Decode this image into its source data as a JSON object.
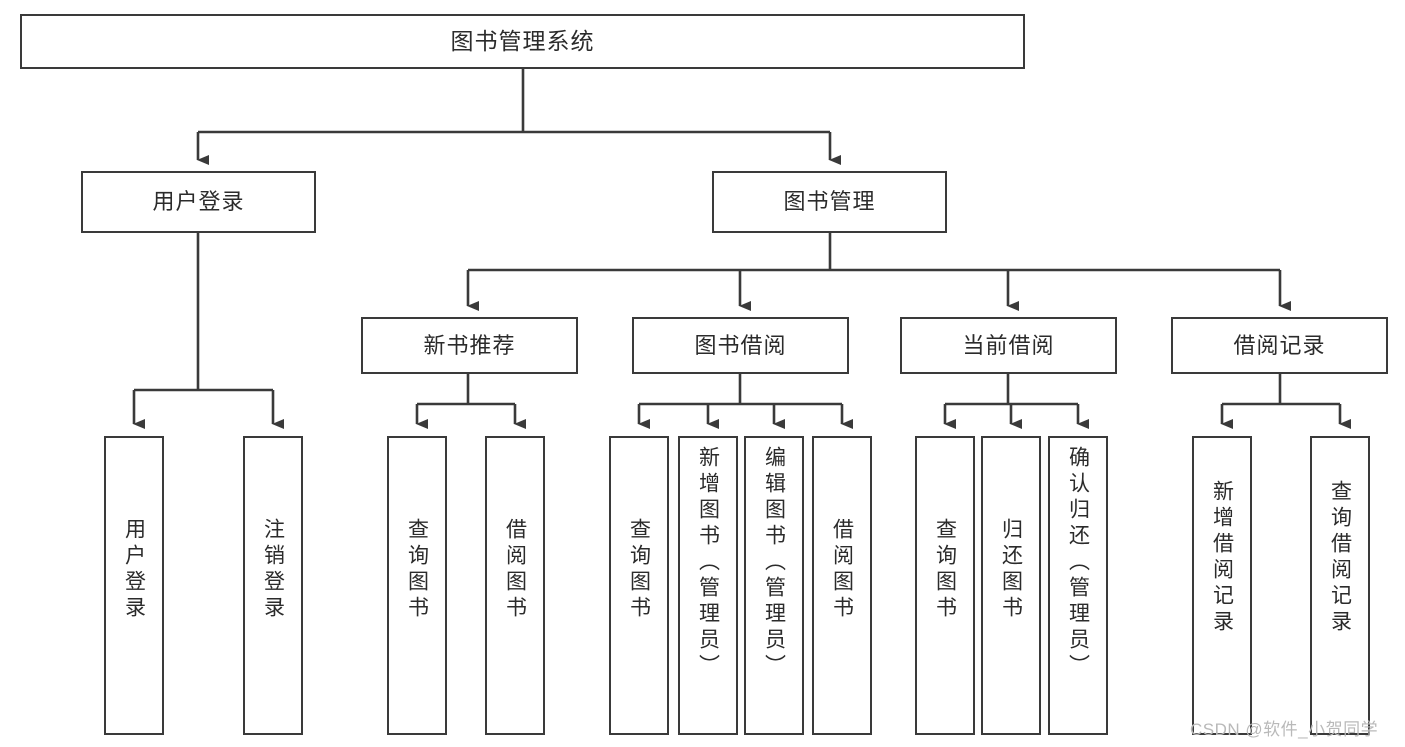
{
  "diagram": {
    "type": "tree-hierarchy-diagram",
    "title": "图书管理系统",
    "watermark": "CSDN @软件_小贺同学",
    "colors": {
      "border": "#3a3a3a",
      "background": "#ffffff",
      "text": "#2b2b2b",
      "watermark": "#b9b9b9"
    },
    "nodes": {
      "root": {
        "label": "图书管理系统",
        "level": 1
      },
      "user_login": {
        "label": "用户登录",
        "level": 2
      },
      "book_manage": {
        "label": "图书管理",
        "level": 2
      },
      "new_book_rec": {
        "label": "新书推荐",
        "level": 3
      },
      "book_borrow": {
        "label": "图书借阅",
        "level": 3
      },
      "current_borrow": {
        "label": "当前借阅",
        "level": 3
      },
      "borrow_record": {
        "label": "借阅记录",
        "level": 3
      },
      "leaf_user_login": {
        "label": "用户登录",
        "level": 4
      },
      "leaf_logout": {
        "label": "注销登录",
        "level": 4
      },
      "leaf_query_book_1": {
        "label": "查询图书",
        "level": 4
      },
      "leaf_borrow_book_1": {
        "label": "借阅图书",
        "level": 4
      },
      "leaf_query_book_2": {
        "label": "查询图书",
        "level": 4
      },
      "leaf_add_book": {
        "label": "新增图书（管理员）",
        "level": 4
      },
      "leaf_edit_book": {
        "label": "编辑图书（管理员）",
        "level": 4
      },
      "leaf_borrow_book_2": {
        "label": "借阅图书",
        "level": 4
      },
      "leaf_query_book_3": {
        "label": "查询图书",
        "level": 4
      },
      "leaf_return_book": {
        "label": "归还图书",
        "level": 4
      },
      "leaf_confirm_return": {
        "label": "确认归还（管理员）",
        "level": 4
      },
      "leaf_add_record": {
        "label": "新增借阅记录",
        "level": 4
      },
      "leaf_query_record": {
        "label": "查询借阅记录",
        "level": 4
      }
    },
    "edges": [
      {
        "from": "root",
        "to": "user_login"
      },
      {
        "from": "root",
        "to": "book_manage"
      },
      {
        "from": "user_login",
        "to": "leaf_user_login"
      },
      {
        "from": "user_login",
        "to": "leaf_logout"
      },
      {
        "from": "book_manage",
        "to": "new_book_rec"
      },
      {
        "from": "book_manage",
        "to": "book_borrow"
      },
      {
        "from": "book_manage",
        "to": "current_borrow"
      },
      {
        "from": "book_manage",
        "to": "borrow_record"
      },
      {
        "from": "new_book_rec",
        "to": "leaf_query_book_1"
      },
      {
        "from": "new_book_rec",
        "to": "leaf_borrow_book_1"
      },
      {
        "from": "book_borrow",
        "to": "leaf_query_book_2"
      },
      {
        "from": "book_borrow",
        "to": "leaf_add_book"
      },
      {
        "from": "book_borrow",
        "to": "leaf_edit_book"
      },
      {
        "from": "book_borrow",
        "to": "leaf_borrow_book_2"
      },
      {
        "from": "current_borrow",
        "to": "leaf_query_book_3"
      },
      {
        "from": "current_borrow",
        "to": "leaf_return_book"
      },
      {
        "from": "current_borrow",
        "to": "leaf_confirm_return"
      },
      {
        "from": "borrow_record",
        "to": "leaf_add_record"
      },
      {
        "from": "borrow_record",
        "to": "leaf_query_record"
      }
    ]
  }
}
